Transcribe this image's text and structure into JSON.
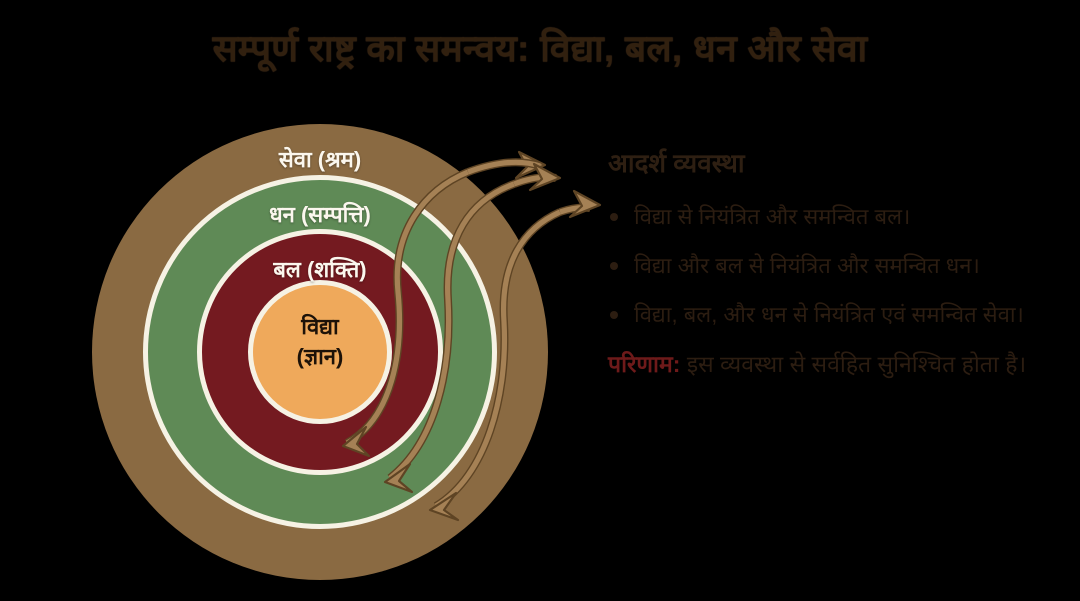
{
  "title": "सम्पूर्ण राष्ट्र का समन्वय: विद्या, बल, धन और सेवा",
  "diagram": {
    "name": "concentric-rings-diagram",
    "rings": [
      {
        "id": "outer",
        "label": "सेवा (श्रम)",
        "color": "#8a6a42"
      },
      {
        "id": "middle",
        "label": "धन (सम्पत्ति)",
        "color": "#5f8a56"
      },
      {
        "id": "inner",
        "label": "बल (शक्ति)",
        "color": "#741a20"
      },
      {
        "id": "core",
        "label_line1": "विद्या",
        "label_line2": "(ज्ञान)",
        "color": "#efa95b"
      }
    ],
    "ring_border_color": "#f6f2e4",
    "arrow_color": "#a07f4f",
    "arrow_count": 3
  },
  "panel": {
    "heading": "आदर्श व्यवस्था",
    "bullets": [
      "विद्या से नियंत्रित और समन्वित बल।",
      "विद्या और बल से नियंत्रित और समन्वित धन।",
      "विद्या, बल, और धन से नियंत्रित एवं समन्वित सेवा।"
    ],
    "conclusion_lead": "परिणाम:",
    "conclusion_rest": " इस व्यवस्था से सर्वहित सुनिश्चित होता है।"
  },
  "colors": {
    "background": "#000000",
    "title_text": "#31200f",
    "body_text": "#2c1d11",
    "accent_red": "#6e1a1a",
    "ring_label_text": "#fbf7ee"
  }
}
